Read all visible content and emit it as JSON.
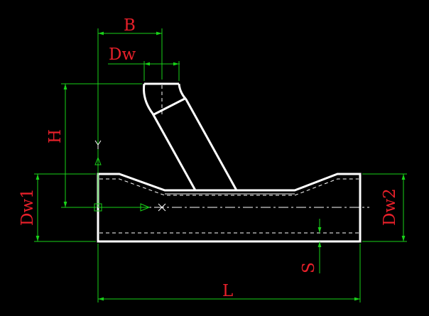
{
  "dimensions": {
    "B": "B",
    "Dw": "Dw",
    "H": "H",
    "Dw1": "Dw1",
    "Dw2": "Dw2",
    "S": "S",
    "L": "L"
  },
  "axis_marker": "Y",
  "colors": {
    "background": "#000000",
    "outline": "#ffffff",
    "dimension_lines": "#19d219",
    "dimension_text": "#e8202a"
  }
}
